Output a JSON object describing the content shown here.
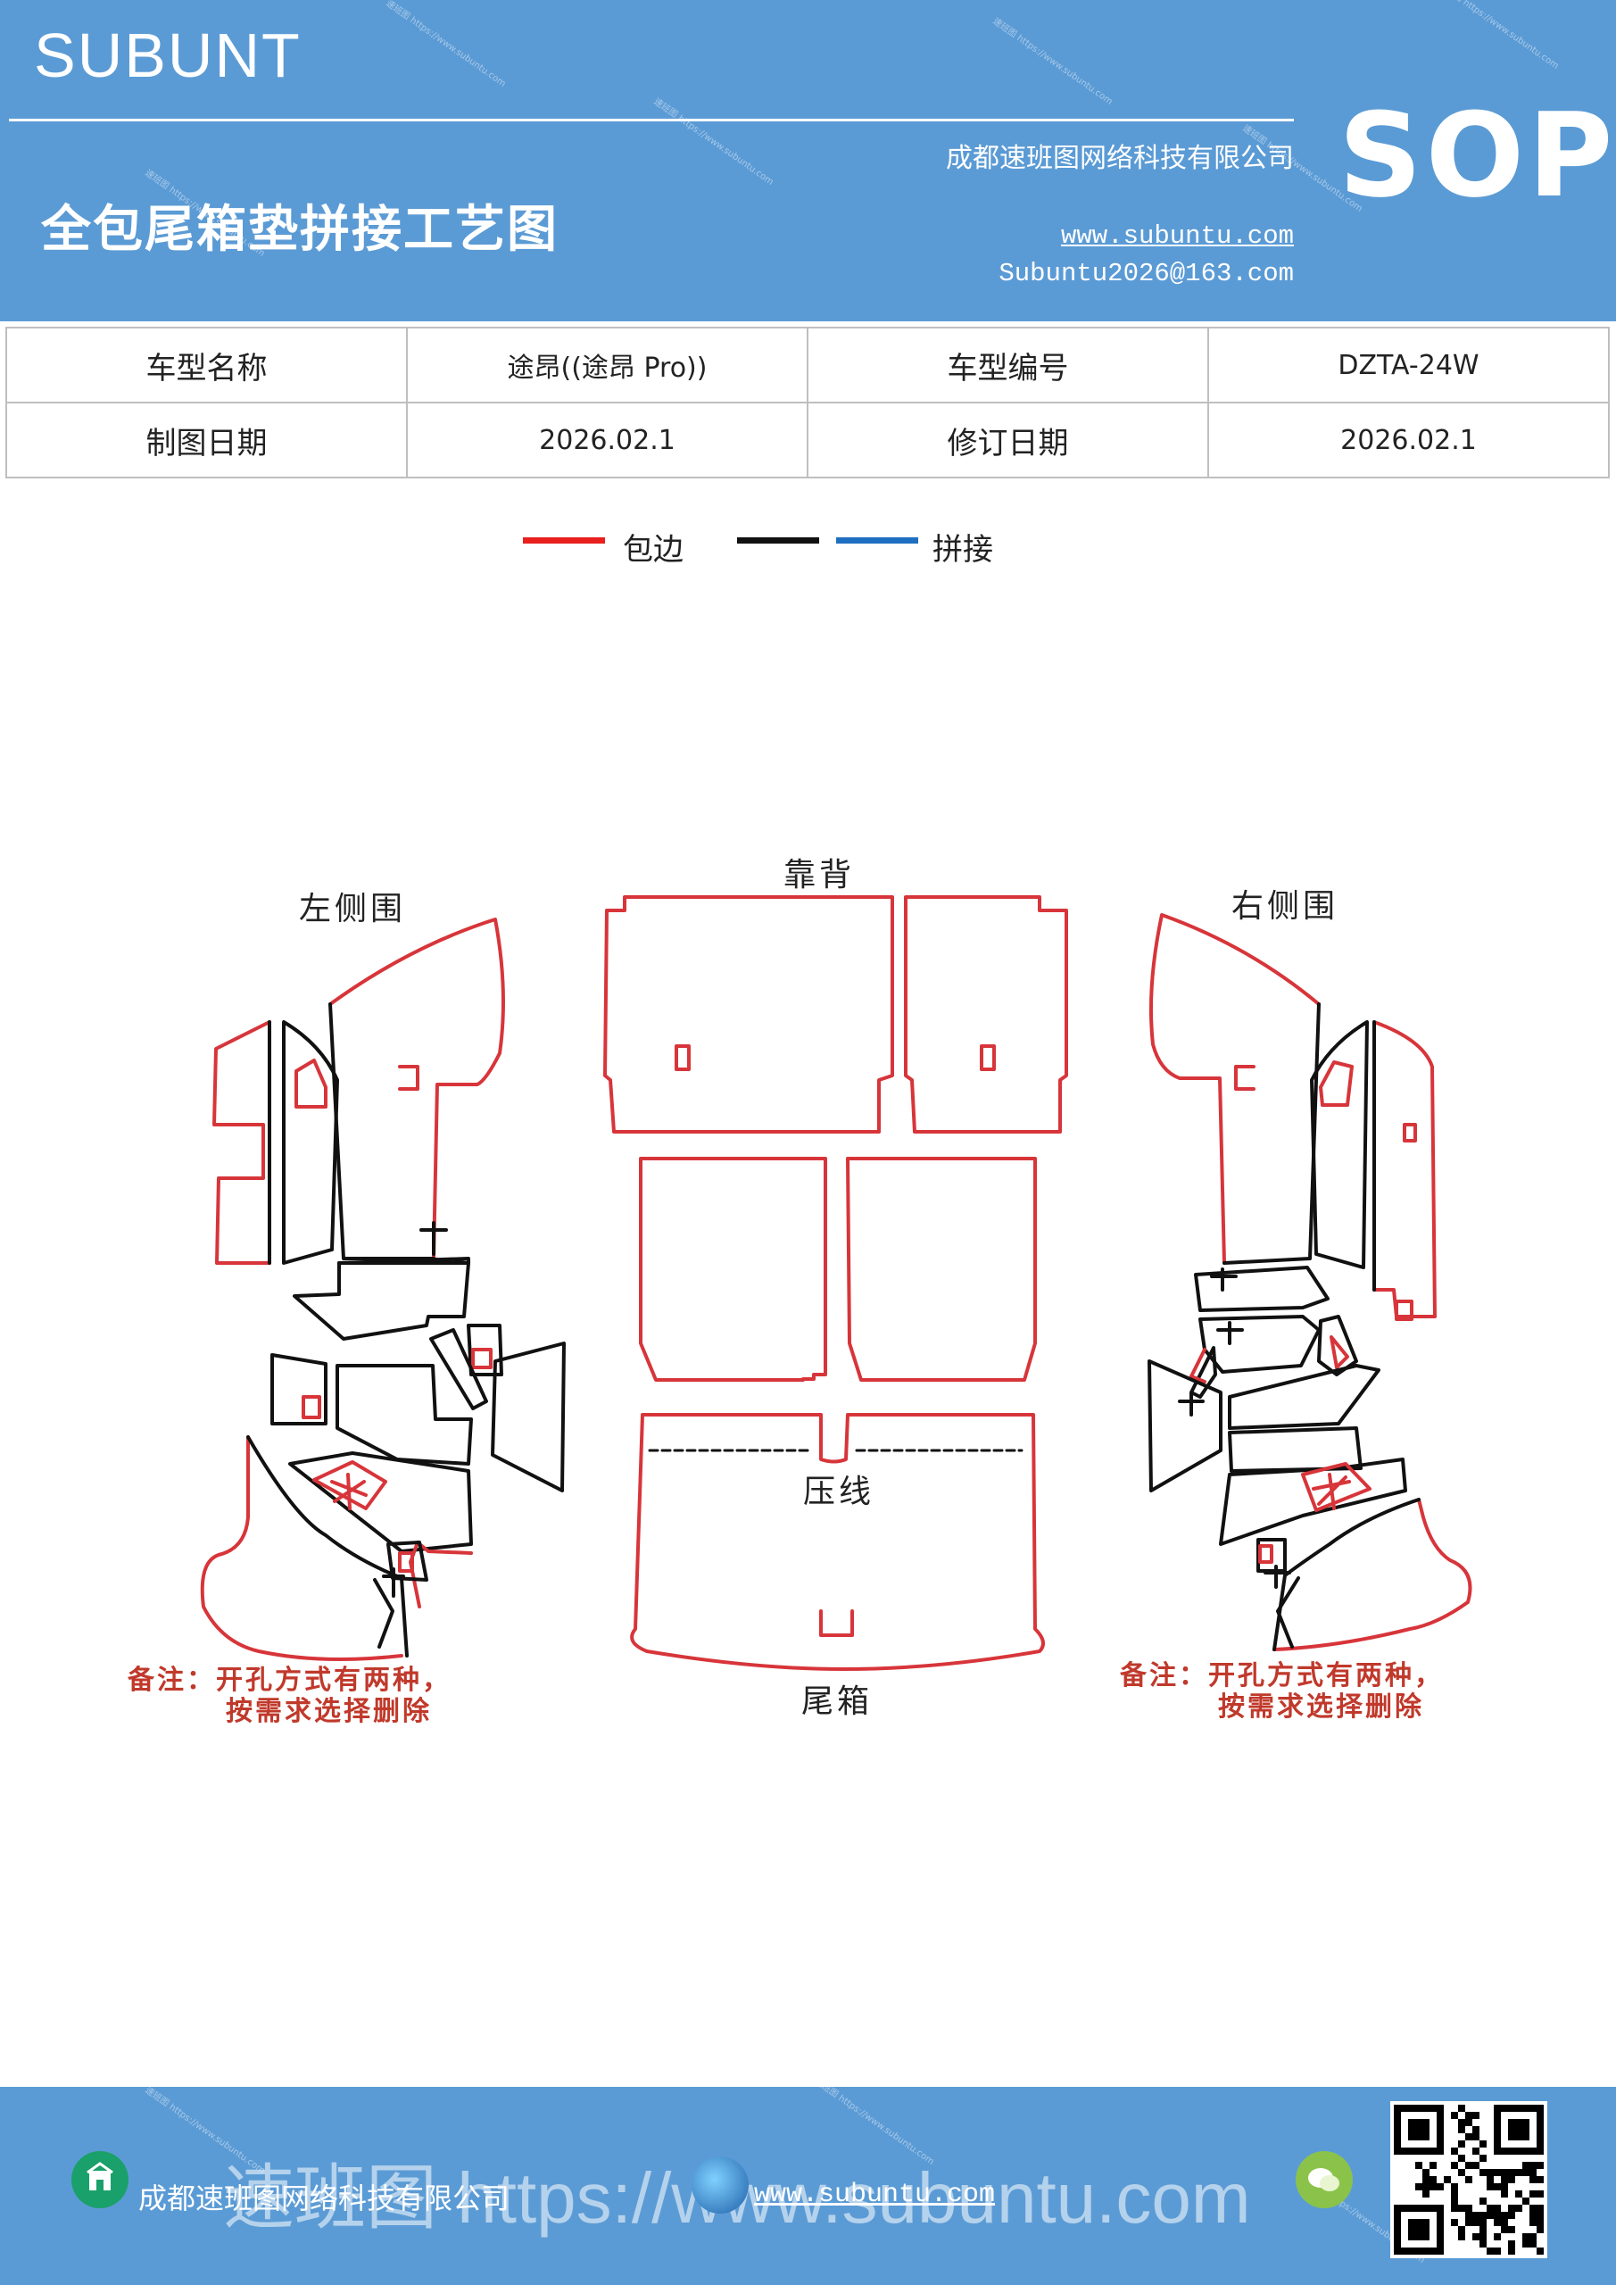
{
  "header": {
    "brand": "SUBUNT",
    "title": "全包尾箱垫拼接工艺图",
    "company": "成都速班图网络科技有限公司",
    "website": "www.subuntu.com",
    "email": "Subuntu2026@163.com",
    "sop": "SOP",
    "background_color": "#5b9bd5"
  },
  "info_table": {
    "rows": [
      {
        "label1": "车型名称",
        "value1": "途昂((途昂 Pro))",
        "label2": "车型编号",
        "value2": "DZTA-24W"
      },
      {
        "label1": "制图日期",
        "value1": "2026.02.1",
        "label2": "修订日期",
        "value2": "2026.02.1"
      }
    ]
  },
  "legend": {
    "items": [
      {
        "label": "包边",
        "color": "#e8201e"
      },
      {
        "label": "",
        "color": "#111111"
      },
      {
        "label": "拼接",
        "color": "#1f6fc1"
      }
    ]
  },
  "diagram": {
    "labels": {
      "left_side": "左侧围",
      "backrest": "靠背",
      "right_side": "右侧围",
      "crease": "压线",
      "trunk": "尾箱"
    },
    "notes": {
      "left": [
        "备注：开孔方式有两种，",
        "按需求选择删除"
      ],
      "right": [
        "备注：开孔方式有两种，",
        "按需求选择删除"
      ]
    },
    "colors": {
      "edge": "#d7353a",
      "seam": "#111111"
    }
  },
  "footer": {
    "company": "成都速班图网络科技有限公司",
    "website": "www.subuntu.com",
    "overlay_text": "速班图  https://www.subuntu.com"
  }
}
